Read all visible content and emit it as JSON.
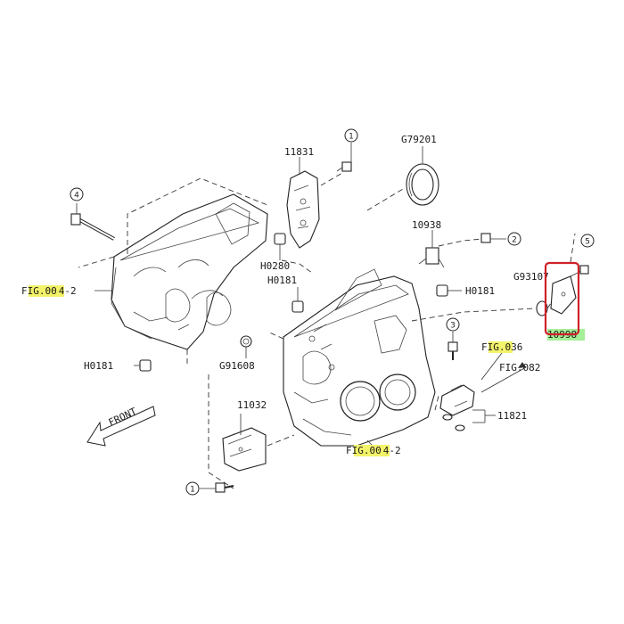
{
  "labels": {
    "p11831": "11831",
    "pG79201": "G79201",
    "p10938": "10938",
    "pH0280": "H0280",
    "pH0181_a": "H0181",
    "pH0181_b": "H0181",
    "pH0181_c": "H0181",
    "pG93107": "G93107",
    "pG91608": "G91608",
    "p11032": "11032",
    "p11821": "11821",
    "pHighlighted": "10998",
    "fig004_left_a": "F",
    "fig004_left_b": "IG.00",
    "fig004_left_c": "4-2",
    "fig004_bottom_a": "F",
    "fig004_bottom_b": "IG.00",
    "fig004_bottom_c": "4-2",
    "fig036_a": "F",
    "fig036_b": "IG.0",
    "fig036_c": "36",
    "fig082": "FIG.082",
    "front": "FRONT"
  },
  "callouts": {
    "c1_top": "1",
    "c1_bottom": "1",
    "c2": "2",
    "c3": "3",
    "c4": "4",
    "c5": "5"
  },
  "colors": {
    "highlight_yellow": "#f3f36a",
    "highlight_green": "#a4ef97",
    "selection_box": "#d0202a"
  }
}
